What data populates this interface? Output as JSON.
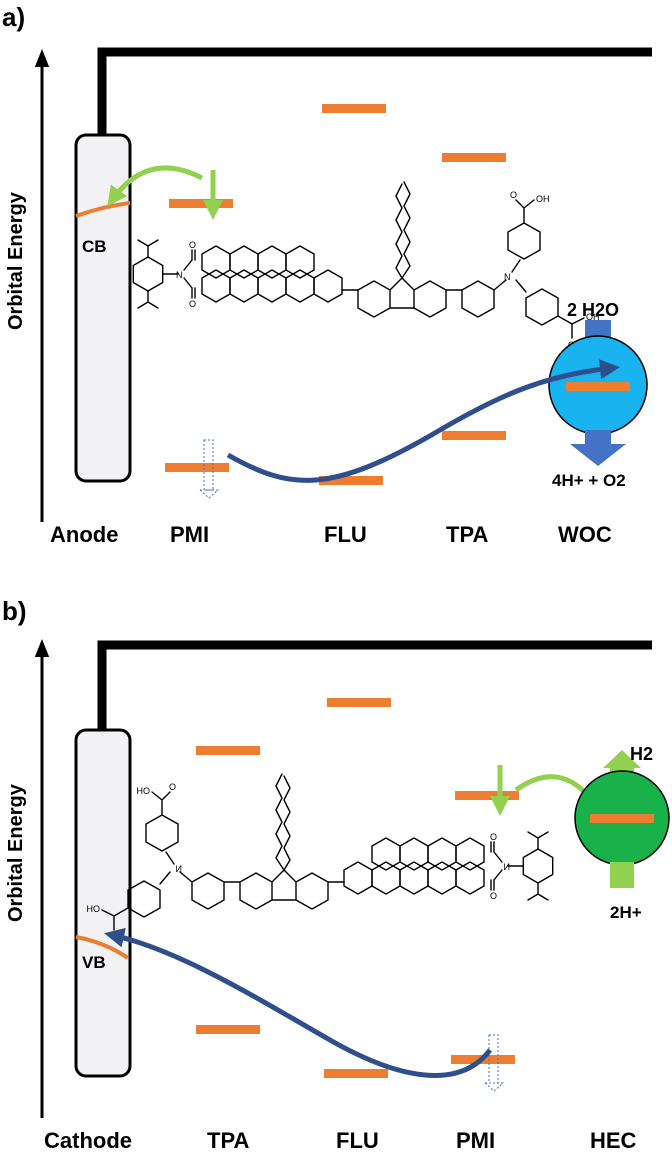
{
  "panels": [
    {
      "id": "a",
      "panel_label": "a)",
      "y_axis_label": "Orbital Energy",
      "electrode_band_label": "CB",
      "columns": [
        "Anode",
        "PMI",
        "FLU",
        "TPA",
        "WOC"
      ],
      "catalyst_reactant": "2 H2O",
      "catalyst_product": "4H+ + O2"
    },
    {
      "id": "b",
      "panel_label": "b)",
      "y_axis_label": "Orbital Energy",
      "electrode_band_label": "VB",
      "columns": [
        "Cathode",
        "TPA",
        "FLU",
        "PMI",
        "HEC"
      ],
      "catalyst_reactant": "2H+",
      "catalyst_product": "H2"
    }
  ],
  "molecule_atoms": {
    "carbonyl_oxygen": "O",
    "imide_nitrogen": "N",
    "hydroxyl": "OH",
    "amine_nitrogen": "N"
  },
  "colors": {
    "energy_level": "#ED7D31",
    "light_arrow": "#92D050",
    "electron_path": "#2F4E8C",
    "woc_circle": "#19B3F0",
    "hec_circle": "#18B14A",
    "reaction_arrow_blue": "#4472C4",
    "electrode_fill": "#F2F2F4"
  }
}
